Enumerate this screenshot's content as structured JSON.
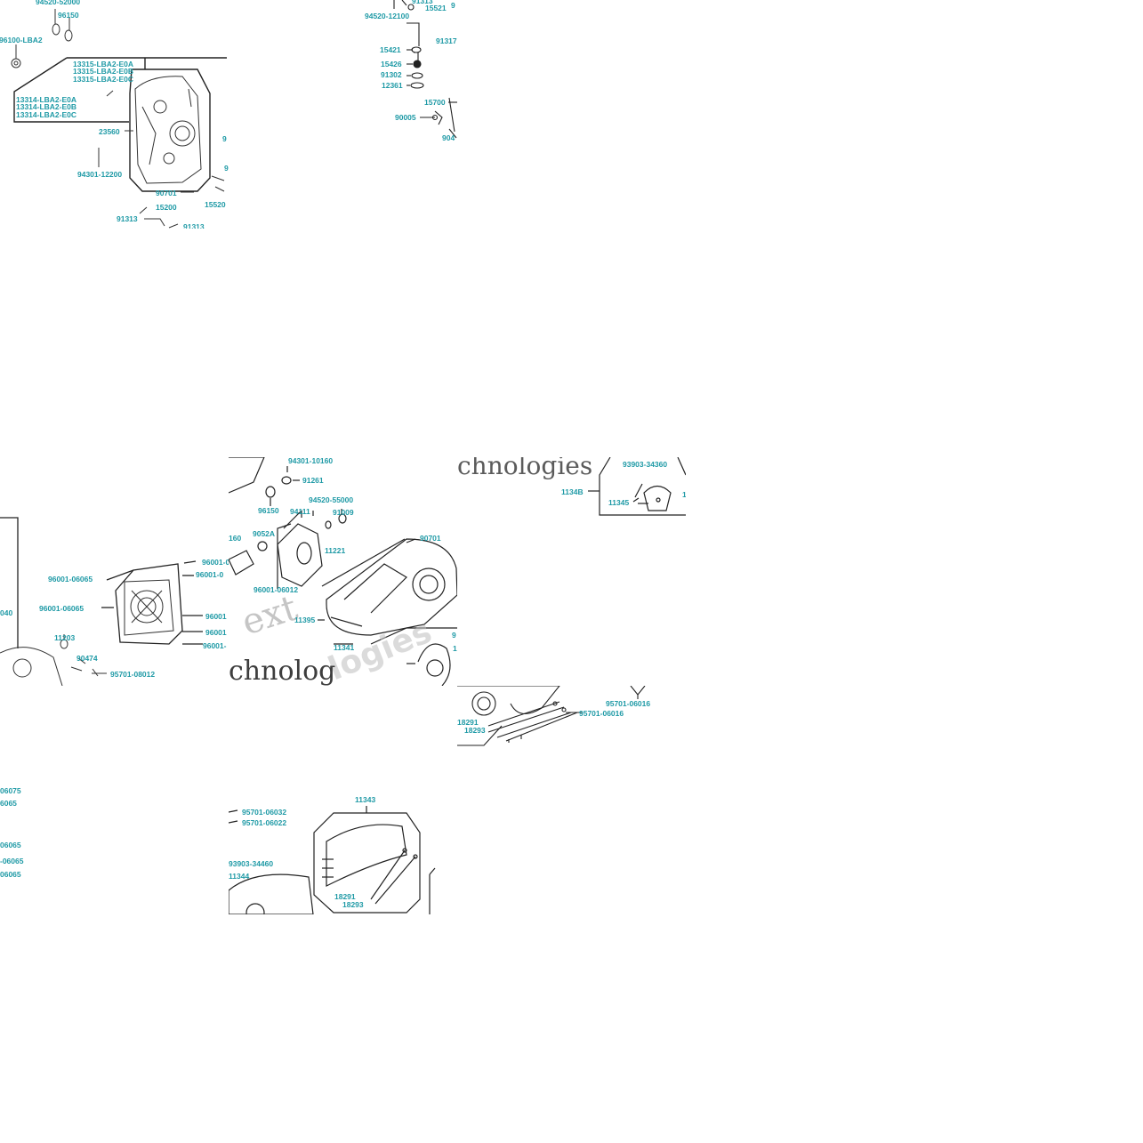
{
  "colors": {
    "label": "#1f9aa6",
    "line": "#222222",
    "watermark": "#bbbbbb"
  },
  "tiles": {
    "t1": {
      "labels": [
        "94520-52000",
        "96150",
        "96100-LBA2",
        "13315-LBA2-E0A",
        "13315-LBA2-E0B",
        "13315-LBA2-E0C",
        "13314-LBA2-E0A",
        "13314-LBA2-E0B",
        "13314-LBA2-E0C",
        "23560",
        "94301-12200",
        "90701",
        "15200",
        "91313",
        "15520",
        "91313",
        "9",
        "9"
      ]
    },
    "t2": {
      "labels": [
        "91313",
        "15521",
        "9",
        "94520-12100",
        "91317",
        "15421",
        "15426",
        "91302",
        "12361",
        "15700",
        "90005",
        "904"
      ]
    },
    "t5": {
      "labels": [
        "96001-0",
        "96001-0",
        "96001-06065",
        "96001-06065",
        "96001",
        "96001",
        "96001-",
        "040",
        "11203",
        "90474",
        "95701-08012"
      ]
    },
    "t6": {
      "labels": [
        "94301-10160",
        "91261",
        "96150",
        "94520-55000",
        "94111",
        "91009",
        "160",
        "9052A",
        "11221",
        "90701",
        "96001-06012",
        "11395",
        "11341",
        "9",
        "1"
      ],
      "watermarks": [
        "ext",
        "logies",
        "chnolog"
      ]
    },
    "t7": {
      "labels": [
        "93903-34360",
        "1134B",
        "11345",
        "1"
      ],
      "watermarks": [
        "chnologies"
      ]
    },
    "t9": {
      "labels": [
        "95701-06016",
        "95701-06016",
        "18291",
        "18293"
      ]
    },
    "t10": {
      "labels": [
        "06075",
        "6065",
        "06065",
        "-06065",
        "06065"
      ]
    },
    "t11": {
      "labels": [
        "95701-06032",
        "95701-06022",
        "93903-34460",
        "11344",
        "11343",
        "18291",
        "18293"
      ]
    }
  }
}
